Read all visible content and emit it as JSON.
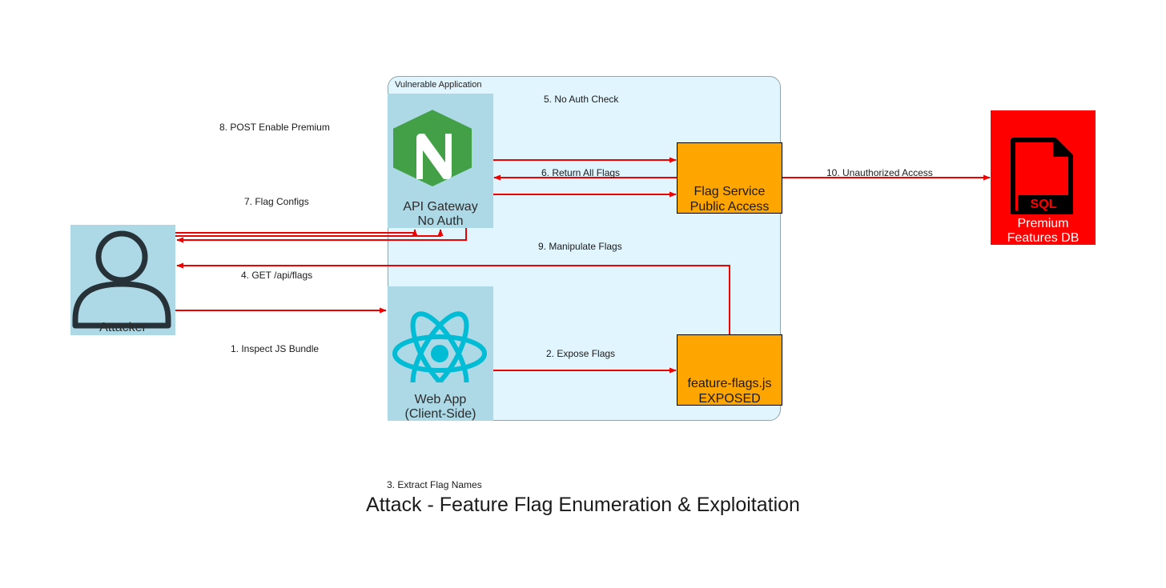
{
  "diagram": {
    "title": "Attack - Feature Flag Enumeration & Exploitation",
    "cluster": {
      "label": "Vulnerable Application",
      "fill": "#e1f5fe",
      "border": "#90a4ae"
    },
    "nodes": {
      "attacker": {
        "label": "Attacker",
        "icon": "person-icon"
      },
      "api_gateway": {
        "line1": "API Gateway",
        "line2": "No Auth",
        "icon": "nginx-icon"
      },
      "web_app": {
        "line1": "Web App",
        "line2": "(Client-Side)",
        "icon": "react-icon"
      },
      "flag_service": {
        "line1": "Flag Service",
        "line2": "Public Access"
      },
      "feature_flags_js": {
        "line1": "feature-flags.js",
        "line2": "EXPOSED"
      },
      "premium_db": {
        "line1": "Premium",
        "line2": "Features DB",
        "badge": "SQL",
        "icon": "sql-file-icon"
      }
    },
    "edges": {
      "e1": "1. Inspect JS Bundle",
      "e2": "2. Expose Flags",
      "e3": "3. Extract Flag Names",
      "e4": "4. GET /api/flags",
      "e5": "5. No Auth Check",
      "e6": "6. Return All Flags",
      "e7": "7. Flag Configs",
      "e8": "8. POST Enable Premium",
      "e9": "9. Manipulate Flags",
      "e10": "10. Unauthorized Access"
    },
    "colors": {
      "edge": "#ee0000",
      "node_icon_bg": "#add8e6",
      "flag_box": "#ffa500",
      "db_box": "#ff0000",
      "nginx_green": "#43a047",
      "react_cyan": "#00bcd4",
      "person_stroke": "#263238"
    }
  }
}
